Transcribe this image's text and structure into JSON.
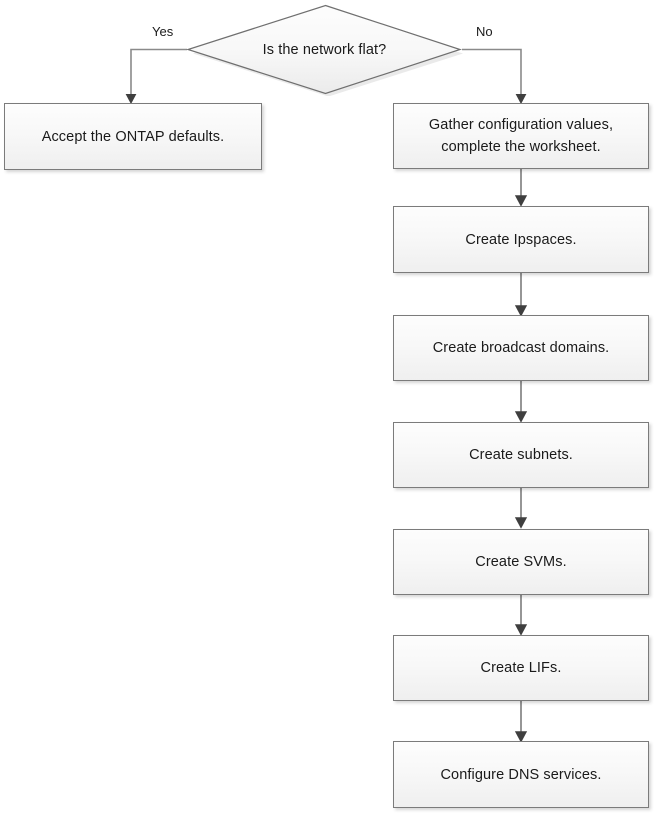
{
  "diagram": {
    "title": "Is the network flat?",
    "type": "flowchart",
    "colors": {
      "box_border": "#7b7b7b",
      "box_fill_top": "#fdfdfd",
      "box_fill_bottom": "#efefef",
      "connector": "#808080",
      "arrowhead": "#404040",
      "text": "#1a1a1a",
      "background": "#ffffff"
    },
    "decision": {
      "label": "Is the network flat?",
      "shape": "diamond"
    },
    "branches": [
      {
        "label": "Yes",
        "target": "accept-ontap-defaults"
      },
      {
        "label": "No",
        "target": "gather-configuration-values"
      }
    ],
    "yes_path": {
      "label": "Accept the ONTAP defaults."
    },
    "no_path": {
      "steps": [
        {
          "id": "gather-configuration-values",
          "label": "Gather configuration values,\ncomplete the worksheet.",
          "line1": "Gather configuration values,",
          "line2": "complete the worksheet."
        },
        {
          "id": "create-ipspaces",
          "label": "Create Ipspaces."
        },
        {
          "id": "create-broadcast-domains",
          "label": "Create broadcast domains."
        },
        {
          "id": "create-subnets",
          "label": "Create subnets."
        },
        {
          "id": "create-svms",
          "label": "Create SVMs."
        },
        {
          "id": "create-lifs",
          "label": "Create LIFs."
        },
        {
          "id": "configure-dns-services",
          "label": "Configure DNS services."
        }
      ]
    }
  }
}
